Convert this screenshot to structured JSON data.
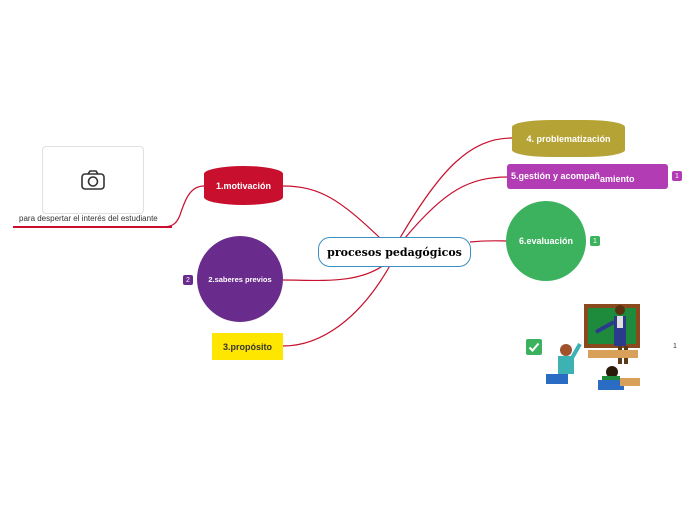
{
  "central": {
    "label": "procesos pedagógicos"
  },
  "nodes": {
    "motivacion": {
      "label": "1.motivación",
      "color": "#c8102e"
    },
    "saberes": {
      "label": "2.saberes previos",
      "color": "#6a2c8c",
      "badge": "2"
    },
    "proposito": {
      "label": "3.propósito",
      "color": "#ffe600"
    },
    "problematizacion": {
      "label": "4. problematización",
      "color": "#b5a335"
    },
    "gestion": {
      "label": "5.gestión y acompañamiento",
      "label_a": "5.gestión y acompañ",
      "label_b": "amiento",
      "color": "#b23cb3",
      "badge": "1"
    },
    "evaluacion": {
      "label": "6.evaluación",
      "color": "#3cb25f",
      "badge": "1"
    }
  },
  "subtopic": {
    "label": "para despertar el interés del estudiante",
    "icon": "camera-icon"
  },
  "illustration": {
    "icon": "teacher-classroom-illustration",
    "check_icon": "checkmark-icon",
    "count": "1"
  },
  "line_color": "#c8102e"
}
